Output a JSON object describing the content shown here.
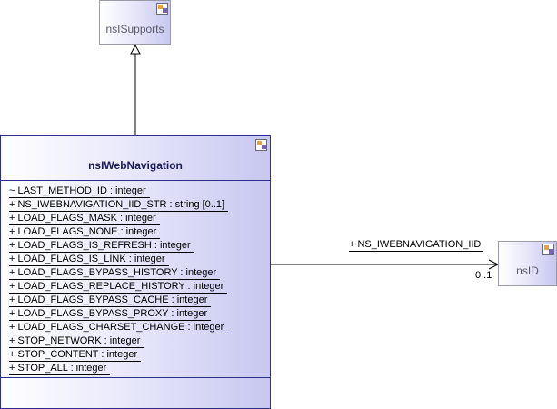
{
  "classes": {
    "nsISupports": {
      "name": "nsISupports"
    },
    "nsIWebNavigation": {
      "name": "nsIWebNavigation",
      "attributes": [
        "~ LAST_METHOD_ID : integer",
        "+ NS_IWEBNAVIGATION_IID_STR : string [0..1]",
        "+ LOAD_FLAGS_MASK : integer",
        "+ LOAD_FLAGS_NONE : integer",
        "+ LOAD_FLAGS_IS_REFRESH : integer",
        "+ LOAD_FLAGS_IS_LINK : integer",
        "+ LOAD_FLAGS_BYPASS_HISTORY : integer",
        "+ LOAD_FLAGS_REPLACE_HISTORY : integer",
        "+ LOAD_FLAGS_BYPASS_CACHE : integer",
        "+ LOAD_FLAGS_BYPASS_PROXY : integer",
        "+ LOAD_FLAGS_CHARSET_CHANGE : integer",
        "+ STOP_NETWORK : integer",
        "+ STOP_CONTENT : integer",
        "+ STOP_ALL : integer"
      ]
    },
    "nsID": {
      "name": "nsID"
    }
  },
  "association": {
    "role": "+ NS_IWEBNAVIGATION_IID",
    "multiplicity": "0..1"
  },
  "icons": {
    "stereotype": "class-stereotype-icon"
  }
}
